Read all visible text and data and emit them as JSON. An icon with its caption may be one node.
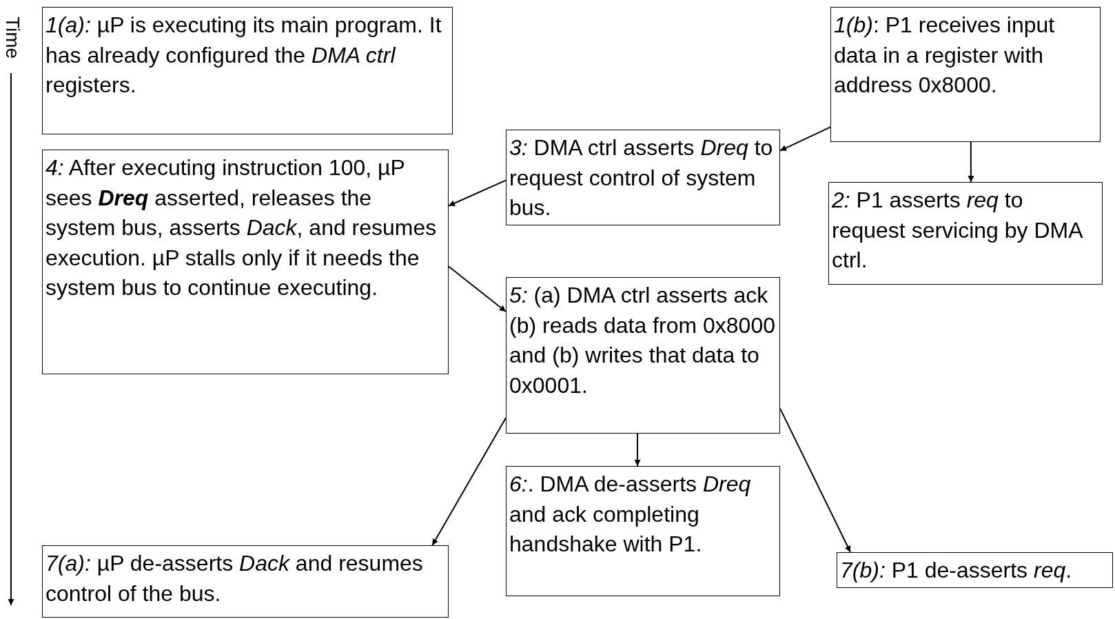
{
  "diagram": {
    "nodes": [
      {
        "text": [
          "*1(a):* µP is executing its main program. It has already configured the *DMA ctrl* registers."
        ]
      },
      {
        "text": [
          "*1(b)*: P1 receives input data in a register with address 0x8000."
        ]
      },
      {
        "text": [
          "*3:* DMA ctrl asserts *Dreq* to request control of system bus."
        ]
      },
      {
        "text": [
          "*4:* After executing instruction 100, µP sees **Dreq** asserted, releases the system bus, asserts *Dack*, and resumes execution. µP stalls only if it needs the system bus to continue executing."
        ]
      },
      {
        "text": [
          "*2:* P1 asserts *req* to request servicing by DMA ctrl."
        ]
      },
      {
        "text": [
          "*5:* (a) DMA ctrl asserts ack (b) reads data from 0x8000 and (b) writes that data to 0x0001."
        ]
      },
      {
        "text": [
          "*6:*. DMA de-asserts *Dreq* and ack completing handshake with P1."
        ]
      },
      {
        "text": [
          "*7(a):* µP de-asserts *Dack* and resumes control of the bus."
        ]
      },
      {
        "text": [
          "*7(b):* P1 de-asserts *req*."
        ]
      }
    ],
    "edges": [
      {
        "from": 1,
        "to": 2,
        "arrow": "to"
      },
      {
        "from": 1,
        "to": 4,
        "arrow": "to"
      },
      {
        "from": 2,
        "to": 3,
        "arrow": "to"
      },
      {
        "from": 3,
        "to": 5,
        "arrow": "to"
      },
      {
        "from": 5,
        "to": 7,
        "arrow": "to"
      },
      {
        "from": 5,
        "to": 6,
        "arrow": "to"
      },
      {
        "from": 5,
        "to": 8,
        "arrow": "to"
      }
    ],
    "labels": [
      "Time"
    ]
  }
}
